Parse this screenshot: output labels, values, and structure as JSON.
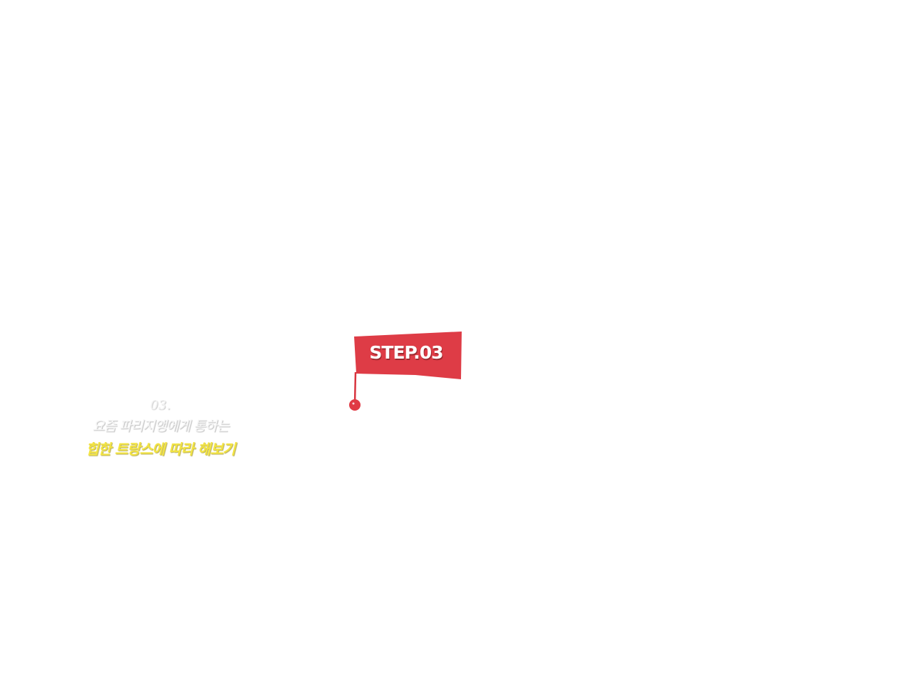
{
  "flag": {
    "label": "STEP.03",
    "color": "#de3c46",
    "icon": "flag-icon"
  },
  "caption": {
    "number": "03.",
    "line1": "요즘 파리지앵에게 통하는",
    "line2": "힙한 트랑스에 따라 해보기",
    "line1_color": "#f6f6f6",
    "line2_color": "#f3e443"
  }
}
